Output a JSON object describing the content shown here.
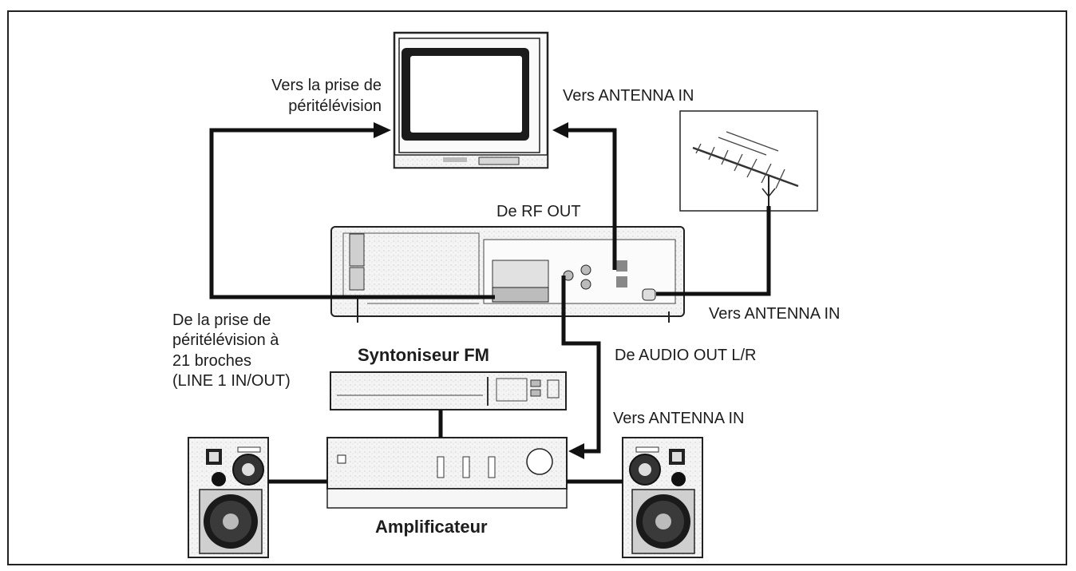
{
  "labels": {
    "tv_scart_1": "Vers la prise de",
    "tv_scart_2": "péritélévision",
    "to_antenna_tv": "Vers ANTENNA IN",
    "from_rf_out": "De RF OUT",
    "to_antenna_vcr": "Vers ANTENNA IN",
    "from_scart_1": "De la prise de",
    "from_scart_2": "péritélévision à",
    "from_scart_3": "21 broches",
    "from_scart_4": "(LINE 1 IN/OUT)",
    "fm_tuner": "Syntoniseur FM",
    "from_audio_out": "De AUDIO OUT L/R",
    "to_antenna_amp": "Vers ANTENNA IN",
    "amplifier": "Amplificateur"
  }
}
